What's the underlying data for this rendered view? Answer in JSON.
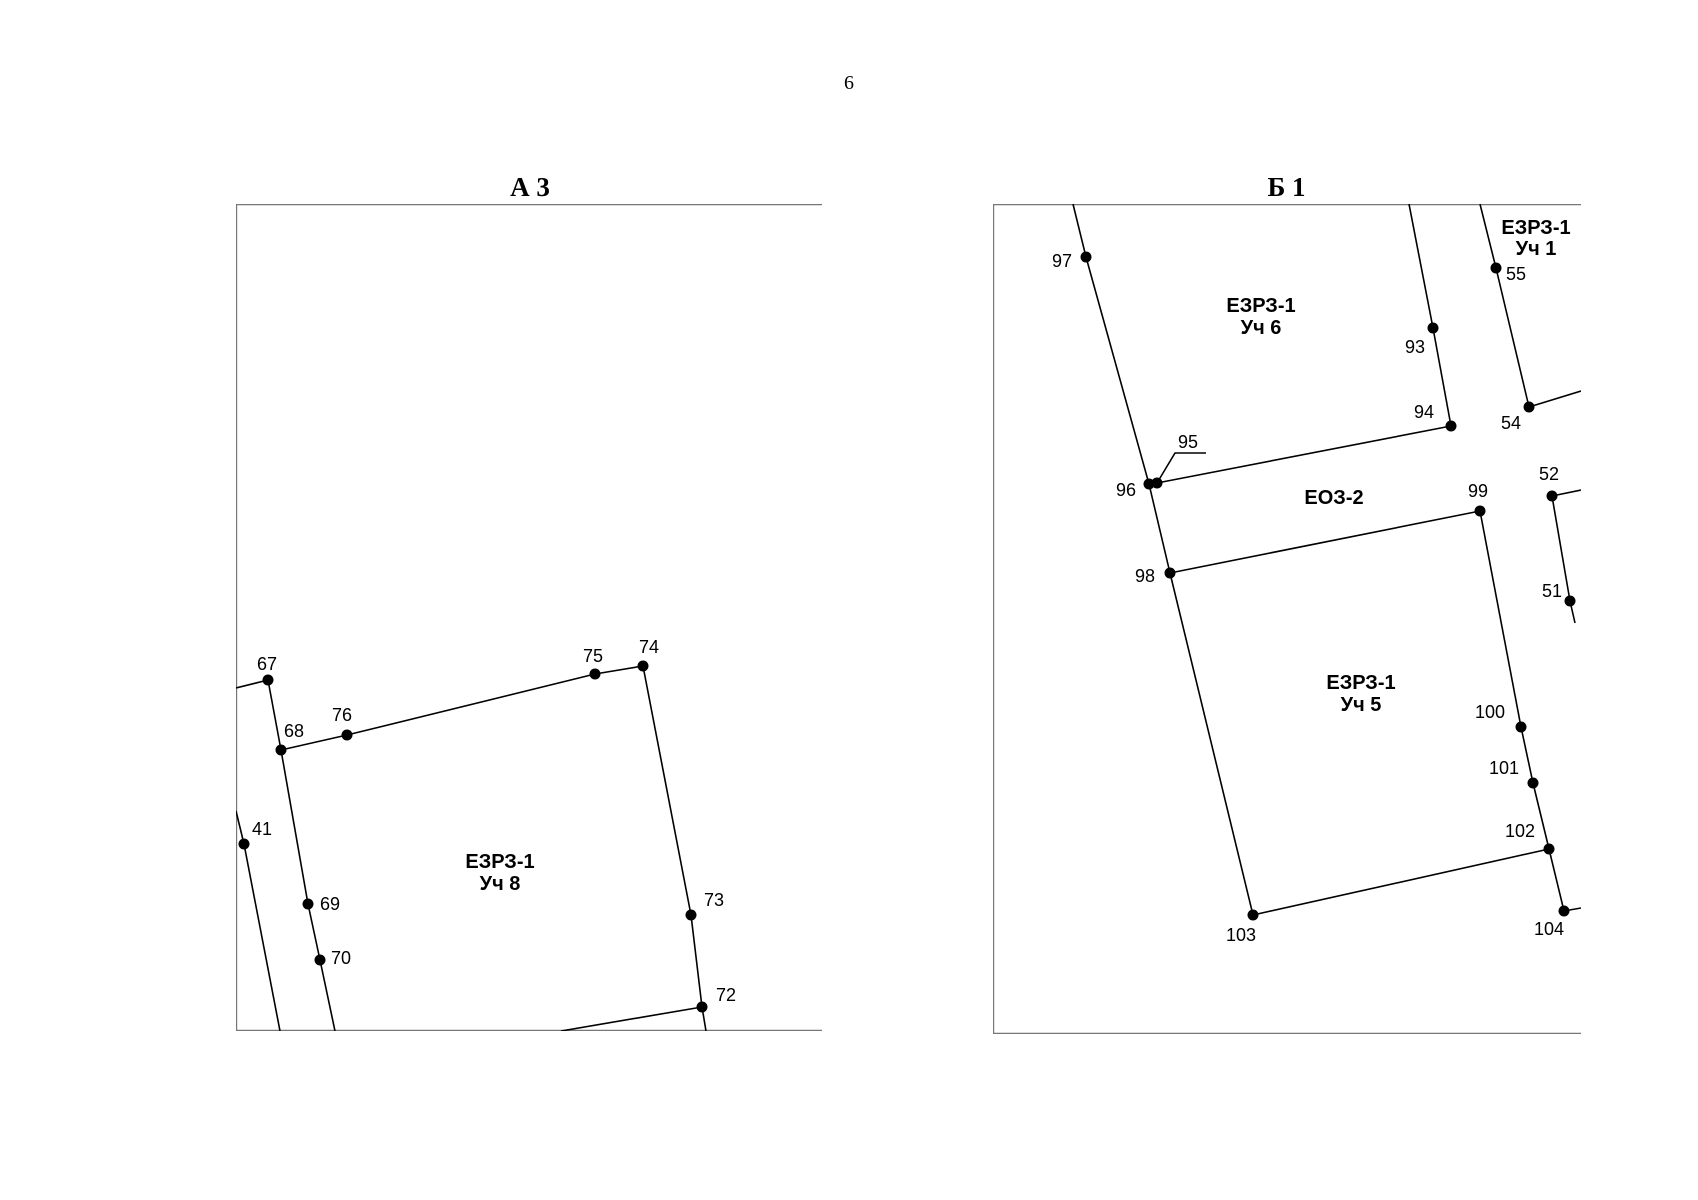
{
  "page_number": "6",
  "maps": [
    {
      "id": "a3",
      "title": "А 3",
      "points": [
        {
          "id": "67",
          "label": "67"
        },
        {
          "id": "68",
          "label": "68"
        },
        {
          "id": "76",
          "label": "76"
        },
        {
          "id": "75",
          "label": "75"
        },
        {
          "id": "74",
          "label": "74"
        },
        {
          "id": "41",
          "label": "41"
        },
        {
          "id": "69",
          "label": "69"
        },
        {
          "id": "70",
          "label": "70"
        },
        {
          "id": "73",
          "label": "73"
        },
        {
          "id": "72",
          "label": "72"
        }
      ],
      "zones": [
        {
          "line1": "ЕЗРЗ-1",
          "line2": "Уч 8"
        }
      ]
    },
    {
      "id": "b1",
      "title": "Б 1",
      "points": [
        {
          "id": "97",
          "label": "97"
        },
        {
          "id": "55",
          "label": "55"
        },
        {
          "id": "93",
          "label": "93"
        },
        {
          "id": "94",
          "label": "94"
        },
        {
          "id": "54",
          "label": "54"
        },
        {
          "id": "95",
          "label": "95"
        },
        {
          "id": "96",
          "label": "96"
        },
        {
          "id": "99",
          "label": "99"
        },
        {
          "id": "52",
          "label": "52"
        },
        {
          "id": "98",
          "label": "98"
        },
        {
          "id": "51",
          "label": "51"
        },
        {
          "id": "100",
          "label": "100"
        },
        {
          "id": "101",
          "label": "101"
        },
        {
          "id": "102",
          "label": "102"
        },
        {
          "id": "103",
          "label": "103"
        },
        {
          "id": "104",
          "label": "104"
        }
      ],
      "zones": [
        {
          "line1": "ЕЗРЗ-1",
          "line2": "Уч 6"
        },
        {
          "line1": "ЕЗРЗ-1",
          "line2": "Уч 1"
        },
        {
          "line1": "ЕОЗ-2",
          "line2": ""
        },
        {
          "line1": "ЕЗРЗ-1",
          "line2": "Уч 5"
        }
      ]
    }
  ]
}
